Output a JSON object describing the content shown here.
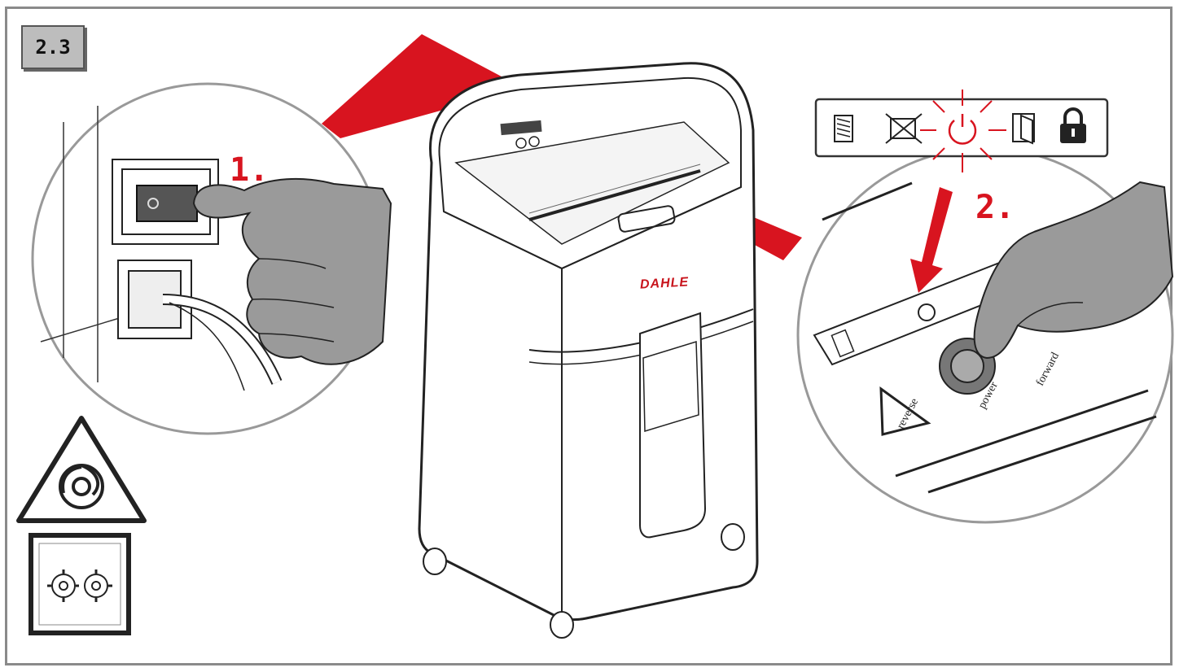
{
  "section_number": "2.3",
  "steps": {
    "step1": "1.",
    "step2": "2."
  },
  "control_labels": {
    "reverse": "reverse",
    "power": "power",
    "forward": "forward"
  },
  "brand": "DAHLE",
  "status_panel_icons": [
    "paper-stack-icon",
    "motor-crossed-icon",
    "power-blinking-icon",
    "door-open-icon",
    "lock-icon"
  ],
  "warning_icons": [
    "rotating-parts-warning-icon",
    "gears-icon"
  ],
  "colors": {
    "accent_red": "#d8141f",
    "frame_gray": "#8a8a8a",
    "badge_gray": "#bdbdbd",
    "hand_gray": "#9a9a9a"
  }
}
